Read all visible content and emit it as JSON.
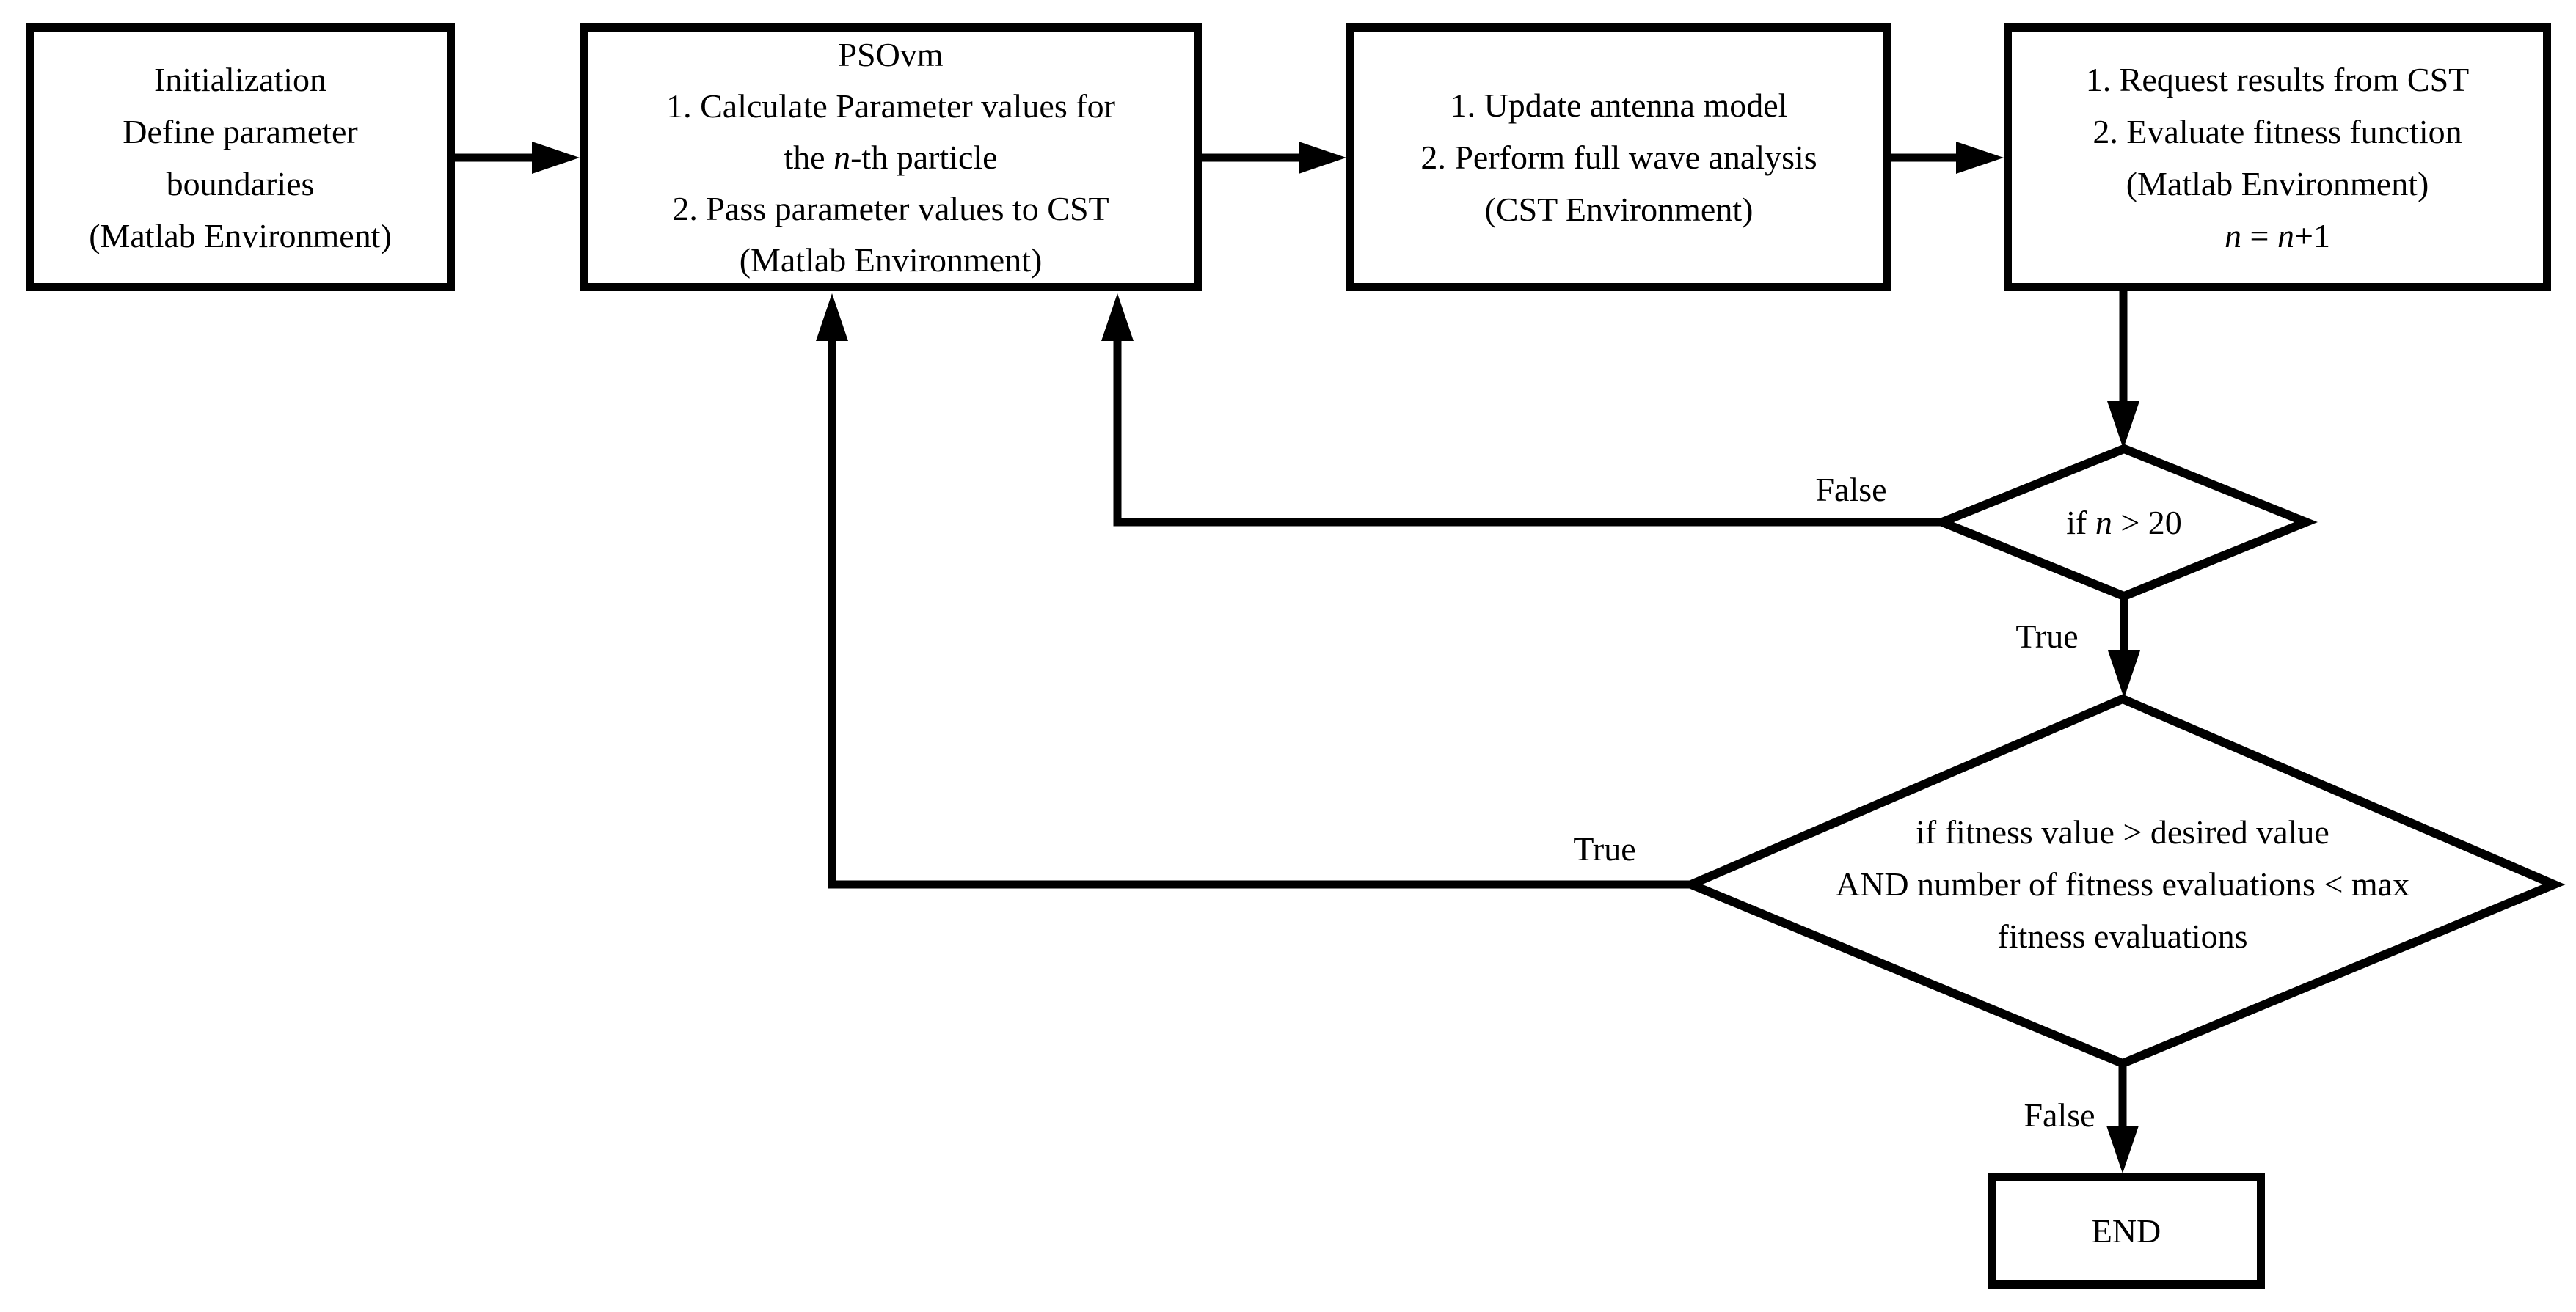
{
  "colors": {
    "ink": "#000000",
    "paper": "#ffffff"
  },
  "nodes": {
    "init": {
      "lines": [
        [
          {
            "t": "Initialization"
          }
        ],
        [
          {
            "t": "Define parameter"
          }
        ],
        [
          {
            "t": "boundaries"
          }
        ],
        [
          {
            "t": "(Matlab Environment)"
          }
        ]
      ]
    },
    "psovm": {
      "lines": [
        [
          {
            "t": "PSOvm"
          }
        ],
        [
          {
            "t": "1. Calculate Parameter values for"
          }
        ],
        [
          {
            "t": "the "
          },
          {
            "t": "n",
            "i": 1
          },
          {
            "t": "-th particle"
          }
        ],
        [
          {
            "t": "2. Pass parameter values to CST"
          }
        ],
        [
          {
            "t": "(Matlab Environment)"
          }
        ]
      ]
    },
    "cst_analysis": {
      "lines": [
        [
          {
            "t": "1. Update antenna model"
          }
        ],
        [
          {
            "t": "2. Perform full wave analysis"
          }
        ],
        [
          {
            "t": "(CST Environment)"
          }
        ]
      ]
    },
    "evaluate": {
      "lines": [
        [
          {
            "t": "1. Request results from CST"
          }
        ],
        [
          {
            "t": "2. Evaluate fitness function"
          }
        ],
        [
          {
            "t": "(Matlab Environment)"
          }
        ],
        [
          {
            "t": "n",
            "i": 1
          },
          {
            "t": " = "
          },
          {
            "t": "n",
            "i": 1
          },
          {
            "t": "+1"
          }
        ]
      ]
    },
    "decision_iterations": {
      "lines": [
        [
          {
            "t": "if "
          },
          {
            "t": "n",
            "i": 1
          },
          {
            "t": " > 20"
          }
        ]
      ]
    },
    "decision_fitness": {
      "lines": [
        [
          {
            "t": "if fitness value > desired value"
          }
        ],
        [
          {
            "t": "AND number of fitness evaluations < max"
          }
        ],
        [
          {
            "t": "fitness evaluations"
          }
        ]
      ]
    },
    "end": {
      "label": "END"
    }
  },
  "edge_labels": {
    "iterations_false": "False",
    "iterations_true": "True",
    "fitness_true": "True",
    "fitness_false": "False"
  }
}
